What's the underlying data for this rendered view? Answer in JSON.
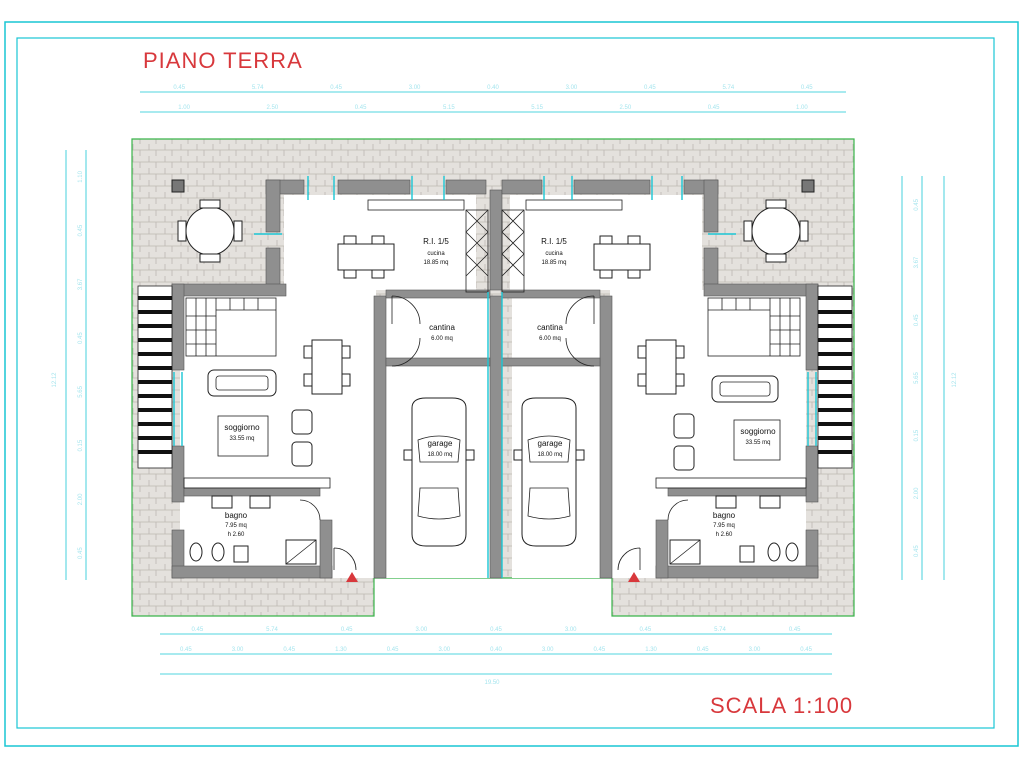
{
  "title": "PIANO TERRA",
  "scale": "SCALA 1:100",
  "rooms": {
    "left": {
      "kitchen": {
        "ri": "R.I. 1/5",
        "name": "cucina",
        "area": "18.85 mq"
      },
      "cellar": {
        "name": "cantina",
        "area": "6.00 mq"
      },
      "living": {
        "name": "soggiorno",
        "area": "33.55 mq"
      },
      "bath": {
        "name": "bagno",
        "area": "7.95 mq",
        "height": "h 2.60"
      },
      "garage": {
        "name": "garage",
        "area": "18.00 mq"
      }
    },
    "right": {
      "kitchen": {
        "ri": "R.I. 1/5",
        "name": "cucina",
        "area": "18.85 mq"
      },
      "cellar": {
        "name": "cantina",
        "area": "6.00 mq"
      },
      "living": {
        "name": "soggiorno",
        "area": "33.55 mq"
      },
      "bath": {
        "name": "bagno",
        "area": "7.95 mq",
        "height": "h 2.60"
      },
      "garage": {
        "name": "garage",
        "area": "18.00 mq"
      }
    }
  },
  "dimensions": {
    "top_row1": [
      "0.45",
      "5.74",
      "0.45",
      "3.00",
      "0.40",
      "3.00",
      "0.45",
      "5.74",
      "0.45"
    ],
    "top_row2": [
      "1.00",
      "2.50",
      "0.45",
      "5.15",
      "5.15",
      "2.50",
      "0.45",
      "1.00"
    ],
    "bottom_row1": [
      "0.45",
      "5.74",
      "0.45",
      "3.00",
      "0.45",
      "3.00",
      "0.45",
      "5.74",
      "0.45"
    ],
    "bottom_row2": [
      "0.45",
      "3.00",
      "0.45",
      "1.30",
      "0.45",
      "3.00",
      "0.40",
      "3.00",
      "0.45",
      "1.30",
      "0.45",
      "3.00",
      "0.45"
    ],
    "bottom_total": "19.50",
    "left_col": [
      "1.10",
      "0.45",
      "3.67",
      "0.45",
      "5.65",
      "0.15",
      "2.00",
      "0.45"
    ],
    "left_total": "12.12",
    "right_col": [
      "0.45",
      "3.67",
      "0.45",
      "5.65",
      "0.15",
      "2.00",
      "0.45"
    ],
    "right_total": "12.12"
  }
}
